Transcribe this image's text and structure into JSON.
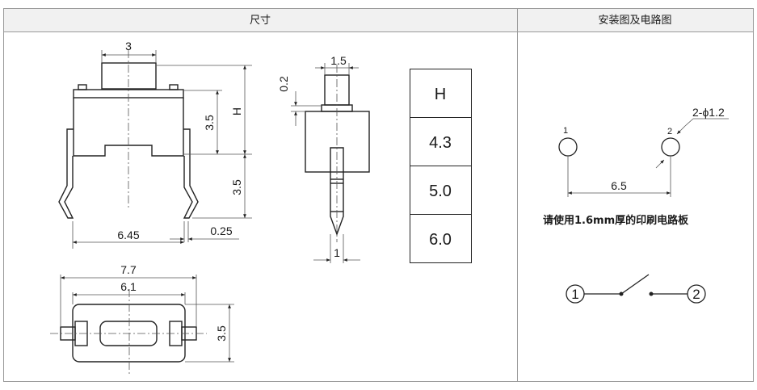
{
  "headers": {
    "left": "尺寸",
    "right": "安装图及电路图"
  },
  "front_view": {
    "dim_top_width": "3",
    "dim_35_upper": "3.5",
    "dim_H": "H",
    "dim_35_lower": "3.5",
    "dim_645": "6.45",
    "dim_025": "0.25"
  },
  "side_view": {
    "dim_15": "1.5",
    "dim_02": "0.2",
    "dim_1": "1"
  },
  "height_table": {
    "header": "H",
    "rows": [
      "4.3",
      "5.0",
      "6.0"
    ]
  },
  "bottom_view": {
    "dim_77": "7.7",
    "dim_61": "6.1",
    "dim_35": "3.5"
  },
  "mounting": {
    "hole1_label": "1",
    "hole2_label": "2",
    "hole_spec": "2-ϕ1.2",
    "spacing": "6.5",
    "note": "请使用1.6mm厚的印刷电路板"
  },
  "circuit": {
    "terminal1": "1",
    "terminal2": "2"
  }
}
